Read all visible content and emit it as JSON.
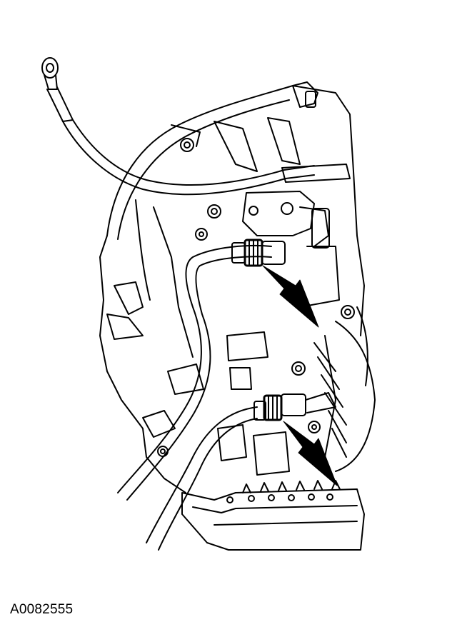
{
  "figure": {
    "reference_code": "A0082555",
    "subject": "transmission-cooler-line-fittings",
    "callouts": [
      {
        "id": "upper-fitting-arrow",
        "points_to": "upper-cooler-line-fitting"
      },
      {
        "id": "lower-fitting-arrow",
        "points_to": "lower-cooler-line-fitting"
      }
    ],
    "colors": {
      "line": "#000000",
      "background": "#ffffff",
      "arrow": "#000000"
    }
  }
}
